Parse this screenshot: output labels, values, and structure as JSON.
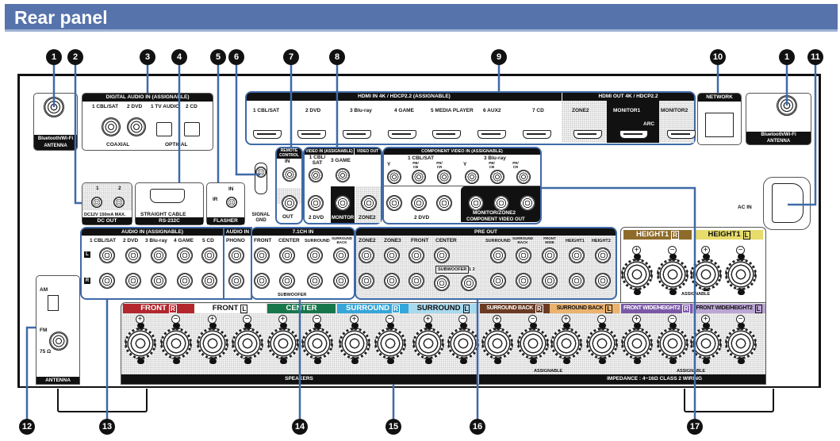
{
  "title": "Rear panel",
  "callouts": {
    "top": [
      "1",
      "2",
      "3",
      "4",
      "5",
      "6",
      "7",
      "8",
      "9",
      "10",
      "1",
      "11"
    ],
    "bottom": [
      "12",
      "13",
      "14",
      "15",
      "16",
      "17"
    ]
  },
  "bt_antenna": {
    "label1": "Bluetooth/Wi-Fi",
    "label2": "ANTENNA"
  },
  "digital_audio_in": {
    "header": "DIGITAL AUDIO IN (ASSIGNABLE)",
    "inputs": [
      "1 CBL/SAT",
      "2 DVD",
      "1 TV AUDIO",
      "2 CD"
    ],
    "coaxial": "COAXIAL",
    "optical": "OPTICAL"
  },
  "hdmi_in": {
    "header": "HDMI IN   4K / HDCP2.2   (ASSIGNABLE)",
    "inputs": [
      "1 CBL/SAT",
      "2 DVD",
      "3 Blu-ray",
      "4 GAME",
      "5 MEDIA PLAYER",
      "6 AUX2",
      "7 CD"
    ]
  },
  "hdmi_out": {
    "header": "HDMI OUT   4K / HDCP2.2",
    "outputs": [
      "ZONE2",
      "MONITOR1",
      "MONITOR2"
    ],
    "arc": "ARC"
  },
  "network": "NETWORK",
  "dc_out": {
    "nums": [
      "1",
      "2"
    ],
    "spec": "DC12V 150mA MAX.",
    "footer": "DC OUT"
  },
  "rs232c": {
    "cable": "STRAIGHT CABLE",
    "footer": "RS-232C"
  },
  "flasher": {
    "in": "IN",
    "ir": "IR",
    "footer": "FLASHER"
  },
  "signal_gnd": "SIGNAL GND",
  "remote_control": {
    "header": "REMOTE CONTROL",
    "in": "IN",
    "out": "OUT"
  },
  "video": {
    "header_in": "VIDEO IN (ASSIGNABLE)",
    "header_out": "VIDEO OUT",
    "cbl_sat": "1 CBL/ SAT",
    "game": "3 GAME",
    "dvd": "2 DVD",
    "monitor": "MONITOR",
    "zone2": "ZONE2"
  },
  "component": {
    "header": "COMPONENT VIDEO IN (ASSIGNABLE)",
    "cbl_sat": "1 CBL/SAT",
    "bluray": "3 Blu-ray",
    "dvd": "2 DVD",
    "y": "Y",
    "pb": "PB/ CB",
    "pr": "PR/ CR",
    "monitor_zone2": "MONITOR/ZONE2",
    "out_footer": "COMPONENT VIDEO OUT"
  },
  "ac_in": "AC IN",
  "audio_in": {
    "header": "AUDIO IN (ASSIGNABLE)",
    "inputs": [
      "1 CBL/SAT",
      "2 DVD",
      "3 Blu-ray",
      "4 GAME",
      "5 CD"
    ],
    "l": "L",
    "r": "R"
  },
  "phono": {
    "header": "AUDIO IN",
    "label": "PHONO"
  },
  "ch71_in": {
    "header": "7.1CH IN",
    "inputs": [
      "FRONT",
      "CENTER",
      "SURROUND",
      "SURROUND BACK"
    ],
    "subwoofer": "SUBWOOFER"
  },
  "pre_out": {
    "header": "PRE OUT",
    "outputs": [
      "ZONE2",
      "ZONE3",
      "FRONT",
      "CENTER",
      "SURROUND",
      "SURROUND BACK",
      "FRONT WIDE",
      "HEIGHT1",
      "HEIGHT2"
    ],
    "subwoofer": "SUBWOOFER",
    "sub_nums": "1  2"
  },
  "antenna": {
    "am": "AM",
    "fm": "FM",
    "ohm": "75 Ω",
    "footer": "ANTENNA"
  },
  "speakers": {
    "channels": [
      {
        "label": "FRONT",
        "side": "R",
        "color": "#b3262e",
        "text": "#ffffff"
      },
      {
        "label": "FRONT",
        "side": "L",
        "color": "#ffffff",
        "text": "#111111"
      },
      {
        "label": "CENTER",
        "side": "",
        "color": "#17774a",
        "text": "#ffffff"
      },
      {
        "label": "SURROUND",
        "side": "R",
        "color": "#35a6d9",
        "text": "#ffffff"
      },
      {
        "label": "SURROUND",
        "side": "L",
        "color": "#a9d9ef",
        "text": "#111111"
      },
      {
        "label": "SURROUND BACK",
        "side": "R",
        "color": "#6a3a22",
        "text": "#ffffff"
      },
      {
        "label": "SURROUND BACK",
        "side": "L",
        "color": "#eab26e",
        "text": "#111111"
      },
      {
        "label": "FRONT WIDE/HEIGHT2",
        "side": "R",
        "color": "#7a58a6",
        "text": "#ffffff"
      },
      {
        "label": "FRONT WIDE/HEIGHT2",
        "side": "L",
        "color": "#bba5d4",
        "text": "#111111"
      }
    ],
    "height1": [
      {
        "label": "HEIGHT1",
        "side": "R",
        "color": "#8e6b2b",
        "text": "#ffffff"
      },
      {
        "label": "HEIGHT1",
        "side": "L",
        "color": "#e7dc6c",
        "text": "#111111"
      }
    ],
    "plus": "+",
    "minus": "−",
    "assignable": "ASSIGNABLE",
    "footer": "SPEAKERS",
    "impedance": "IMPEDANCE : 4~16Ω   CLASS 2 WIRING"
  }
}
